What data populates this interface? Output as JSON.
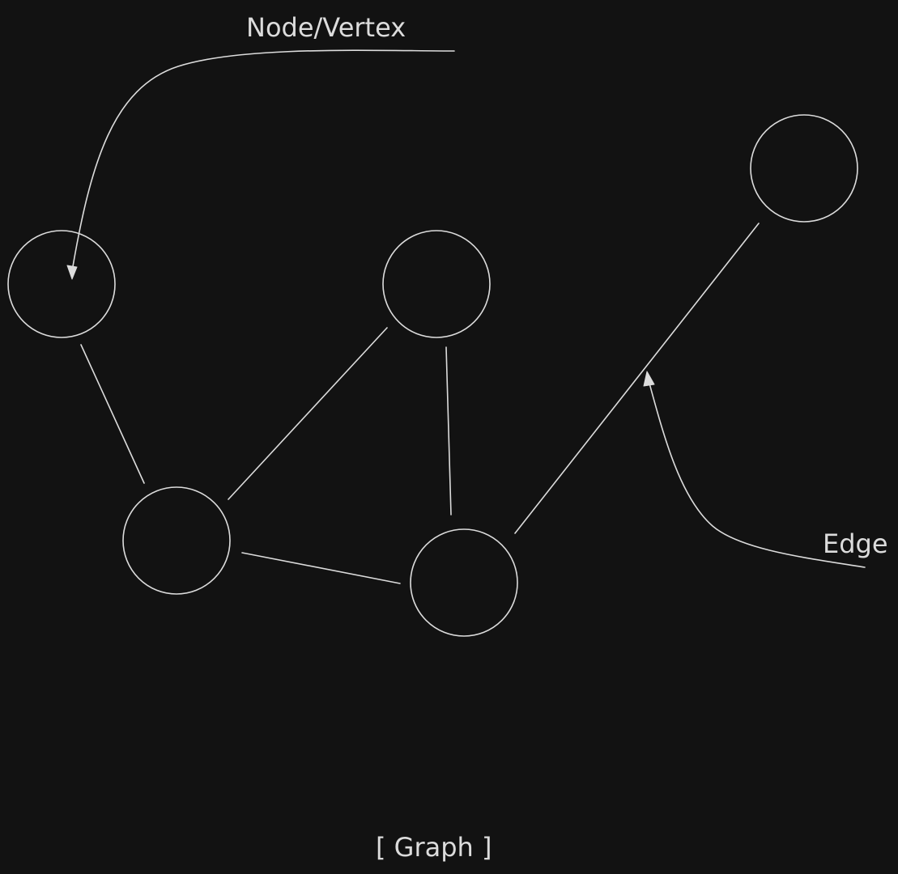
{
  "diagram": {
    "labels": {
      "node_annotation": "Node/Vertex",
      "edge_annotation": "Edge",
      "caption": "[ Graph ]"
    },
    "colors": {
      "background": "#121212",
      "stroke": "#dcdcdc"
    }
  }
}
